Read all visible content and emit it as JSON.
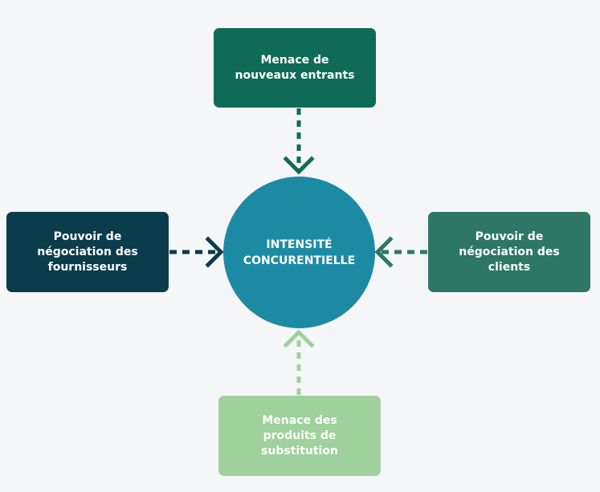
{
  "diagram": {
    "center": {
      "label": "INTENSITÉ\nCONCURENTIELLE",
      "color": "#1d8aa3"
    },
    "forces": {
      "top": {
        "label": "Menace de\nnouveaux entrants",
        "color": "#0f6b57"
      },
      "left": {
        "label": "Pouvoir de\nnégociation des\nfournisseurs",
        "color": "#0b3c4b"
      },
      "right": {
        "label": "Pouvoir de\nnégociation des\nclients",
        "color": "#2e7766"
      },
      "bottom": {
        "label": "Menace des\nproduits de\nsubstitution",
        "color": "#9ed19b"
      }
    },
    "background": "#f5f6f8"
  }
}
